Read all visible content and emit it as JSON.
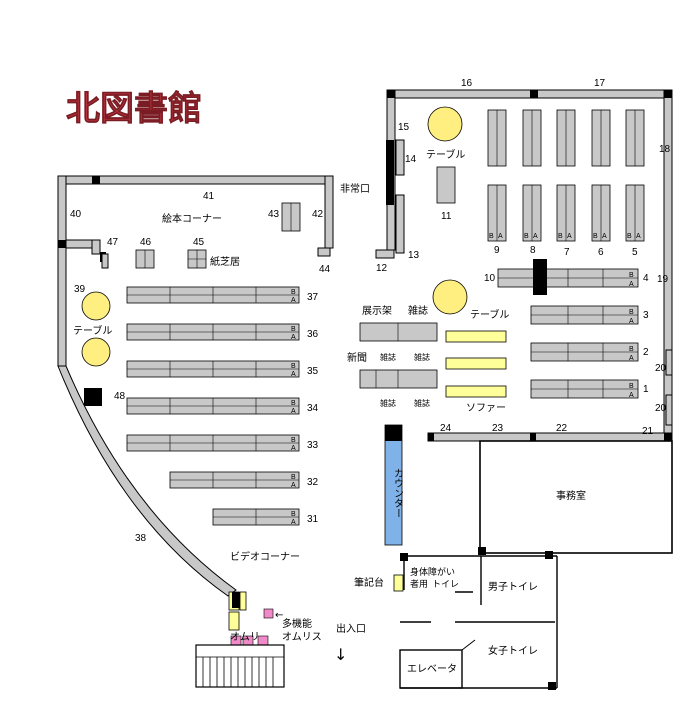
{
  "title": "北図書館",
  "labels": {
    "emergency_exit": "非常口",
    "picture_book_corner": "絵本コーナー",
    "kamishibai": "紙芝居",
    "table": "テーブル",
    "display_shelf": "展示架",
    "magazines": "雑誌",
    "newspapers": "新聞",
    "sofa": "ソファー",
    "counter": "カウンター",
    "office": "事務室",
    "video_corner": "ビデオコーナー",
    "writing_desk": "筆記台",
    "accessible_toilet_line1": "身体障がい",
    "accessible_toilet_line2": "者用",
    "accessible_toilet_line3": "トイレ",
    "mens_toilet": "男子トイレ",
    "womens_toilet": "女子トイレ",
    "elevator": "エレベータ",
    "multifunction_line1": "多機能",
    "multifunction_line2": "オムリス",
    "omuri": "オムリ",
    "entrance": "出入口",
    "arrow_left": "←",
    "arrow_down": "↓",
    "side_a": "A",
    "side_b": "B"
  },
  "numbers": {
    "n1": "1",
    "n2": "2",
    "n3": "3",
    "n4": "4",
    "n5": "5",
    "n6": "6",
    "n7": "7",
    "n8": "8",
    "n9": "9",
    "n10": "10",
    "n11": "11",
    "n12": "12",
    "n13": "13",
    "n14": "14",
    "n15": "15",
    "n16": "16",
    "n17": "17",
    "n18": "18",
    "n19": "19",
    "n20a": "20",
    "n20b": "20",
    "n21": "21",
    "n22": "22",
    "n23": "23",
    "n24": "24",
    "n31": "31",
    "n32": "32",
    "n33": "33",
    "n34": "34",
    "n35": "35",
    "n36": "36",
    "n37": "37",
    "n38": "38",
    "n39": "39",
    "n40": "40",
    "n41": "41",
    "n42": "42",
    "n43": "43",
    "n44": "44",
    "n45": "45",
    "n46": "46",
    "n47": "47",
    "n48": "48"
  },
  "colors": {
    "title": "#b8313b",
    "wall": "#c8c8c8",
    "table": "#ffef80",
    "sofa": "#ffff99",
    "counter": "#7fb2e8",
    "pink": "#f08ac8"
  }
}
